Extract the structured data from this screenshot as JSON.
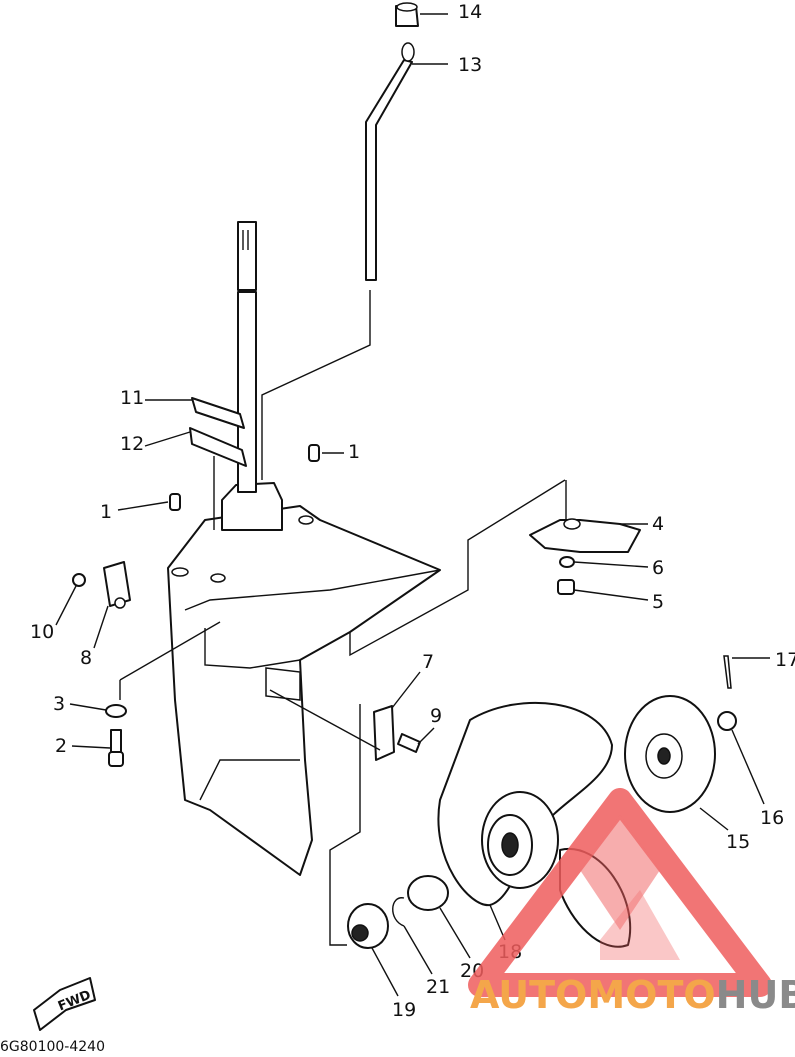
{
  "diagram": {
    "callouts": [
      {
        "id": "1a",
        "label": "1"
      },
      {
        "id": "1b",
        "label": "1"
      },
      {
        "id": "2",
        "label": "2"
      },
      {
        "id": "3",
        "label": "3"
      },
      {
        "id": "4",
        "label": "4"
      },
      {
        "id": "5",
        "label": "5"
      },
      {
        "id": "6",
        "label": "6"
      },
      {
        "id": "7",
        "label": "7"
      },
      {
        "id": "8",
        "label": "8"
      },
      {
        "id": "9",
        "label": "9"
      },
      {
        "id": "10",
        "label": "10"
      },
      {
        "id": "11",
        "label": "11"
      },
      {
        "id": "12",
        "label": "12"
      },
      {
        "id": "13",
        "label": "13"
      },
      {
        "id": "14",
        "label": "14"
      },
      {
        "id": "15",
        "label": "15"
      },
      {
        "id": "16",
        "label": "16"
      },
      {
        "id": "17",
        "label": "17"
      },
      {
        "id": "18",
        "label": "18"
      },
      {
        "id": "19",
        "label": "19"
      },
      {
        "id": "20",
        "label": "20"
      },
      {
        "id": "21",
        "label": "21"
      }
    ],
    "fwd_label": "FWD",
    "part_code": "6G80100-4240"
  },
  "watermark": {
    "word_a": "AUTOMOTO",
    "word_b": "HUB",
    "color_a": "#f4a64a",
    "color_b": "#8a8a8a",
    "logo_color": "#ef5d5d"
  }
}
